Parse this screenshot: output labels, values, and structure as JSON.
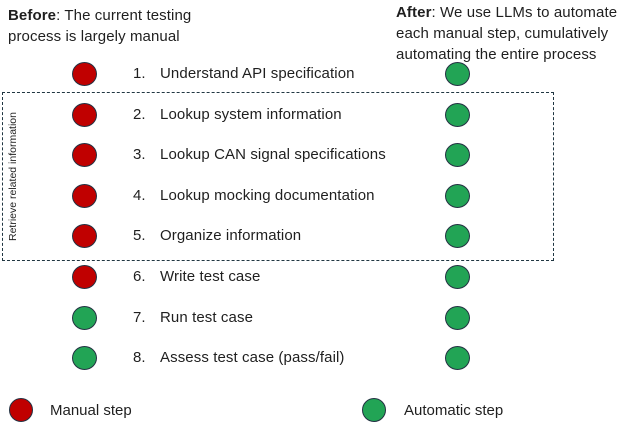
{
  "headers": {
    "before_bold": "Before",
    "before_rest": ": The current testing process is largely manual",
    "after_bold": "After",
    "after_rest": ": We use LLMs to automate each manual step, cumulatively automating the entire process"
  },
  "group_box": {
    "label": "Retrieve related information"
  },
  "steps": [
    {
      "number": "1.",
      "label": "Understand API specification",
      "before": "manual",
      "after": "automatic",
      "in_group": false
    },
    {
      "number": "2.",
      "label": "Lookup system information",
      "before": "manual",
      "after": "automatic",
      "in_group": true
    },
    {
      "number": "3.",
      "label": "Lookup CAN signal specifications",
      "before": "manual",
      "after": "automatic",
      "in_group": true
    },
    {
      "number": "4.",
      "label": "Lookup mocking documentation",
      "before": "manual",
      "after": "automatic",
      "in_group": true
    },
    {
      "number": "5.",
      "label": "Organize information",
      "before": "manual",
      "after": "automatic",
      "in_group": true
    },
    {
      "number": "6.",
      "label": "Write test case",
      "before": "manual",
      "after": "automatic",
      "in_group": false
    },
    {
      "number": "7.",
      "label": "Run test case",
      "before": "automatic",
      "after": "automatic",
      "in_group": false
    },
    {
      "number": "8.",
      "label": "Assess test case (pass/fail)",
      "before": "automatic",
      "after": "automatic",
      "in_group": false
    }
  ],
  "legend": [
    {
      "label": "Manual step",
      "status": "manual"
    },
    {
      "label": "Automatic step",
      "status": "automatic"
    }
  ],
  "colors": {
    "manual": "#C00000",
    "automatic": "#22A455",
    "circle_outline": "#233142",
    "box_border": "#203642",
    "text": "#1F1F1F"
  }
}
